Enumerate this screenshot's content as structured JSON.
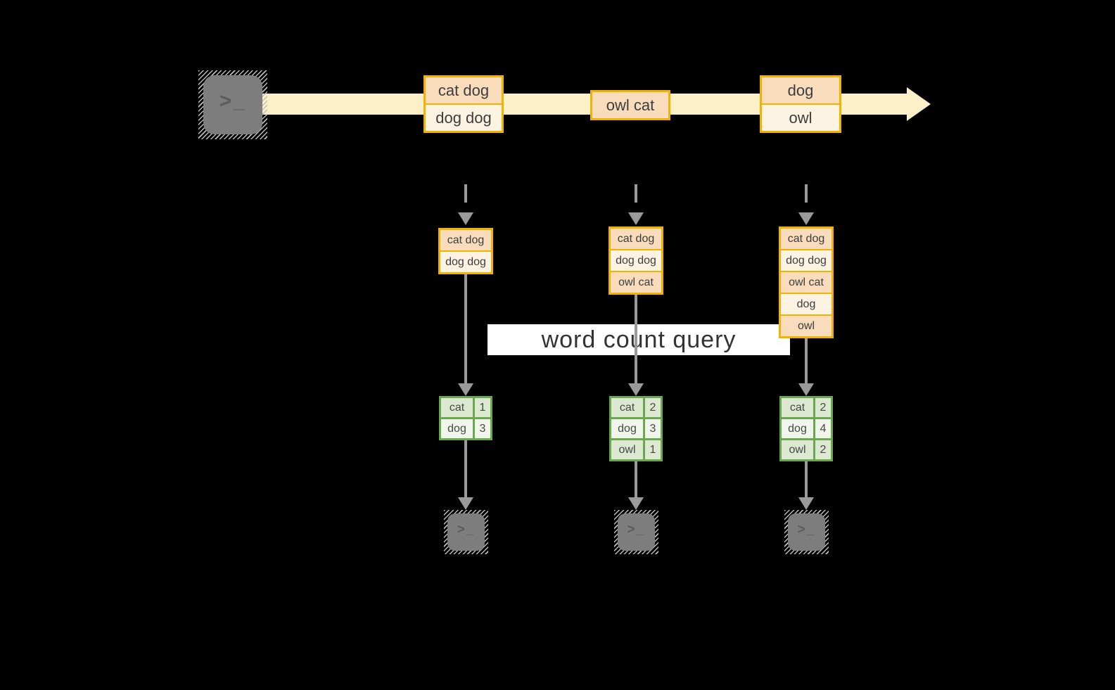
{
  "query": {
    "label": "word count query"
  },
  "stream": {
    "events": [
      {
        "rows": [
          "cat dog",
          "dog dog"
        ]
      },
      {
        "rows": [
          "owl cat"
        ]
      },
      {
        "rows": [
          "dog",
          "owl"
        ]
      }
    ]
  },
  "columns": [
    {
      "state_rows": [
        "cat dog",
        "dog dog"
      ],
      "counts": [
        {
          "word": "cat",
          "value": "1"
        },
        {
          "word": "dog",
          "value": "3"
        }
      ]
    },
    {
      "state_rows": [
        "cat dog",
        "dog dog",
        "owl cat"
      ],
      "counts": [
        {
          "word": "cat",
          "value": "2"
        },
        {
          "word": "dog",
          "value": "3"
        },
        {
          "word": "owl",
          "value": "1"
        }
      ]
    },
    {
      "state_rows": [
        "cat dog",
        "dog dog",
        "owl cat",
        "dog",
        "owl"
      ],
      "counts": [
        {
          "word": "cat",
          "value": "2"
        },
        {
          "word": "dog",
          "value": "4"
        },
        {
          "word": "owl",
          "value": "2"
        }
      ]
    }
  ],
  "icons": {
    "source": "terminal-icon",
    "sink": "terminal-icon",
    "prompt_glyph": ">_"
  },
  "colors": {
    "background": "#000000",
    "stream_yellow": "#fcf0c9",
    "box_border_gold": "#f2b200",
    "cell_peach": "#f8dcbc",
    "cell_cream": "#fdf3e3",
    "table_border_green": "#6aa84f",
    "cell_sage": "#dde8d1",
    "cell_mint": "#f1f6ec",
    "arrow_gray": "#9a9a9a",
    "terminal_gray": "#7d7d7d",
    "query_band_white": "#ffffff",
    "text_dark": "#3d3d3d"
  }
}
